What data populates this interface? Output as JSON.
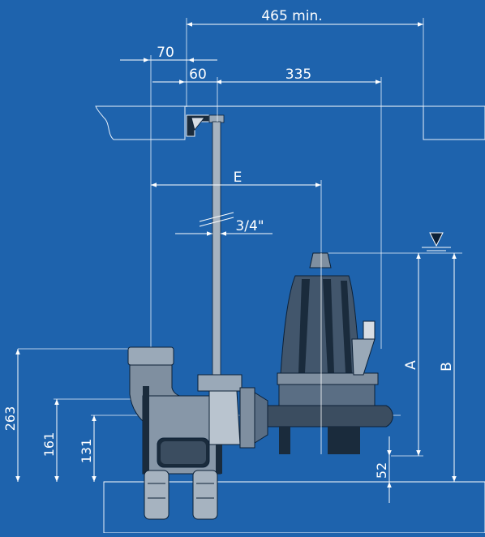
{
  "colors": {
    "background": "#1e63ad",
    "line": "#ffffff",
    "pump_body": "#5a6e84",
    "pump_dark": "#1a2b3c",
    "pump_light": "#9aa9b8"
  },
  "dimensions": {
    "top_clearance": "465 min.",
    "offset_70": "70",
    "offset_60": "60",
    "span_335": "335",
    "pipe_E": "E",
    "pipe_size": "3/4\"",
    "height_263": "263",
    "height_161": "161",
    "height_131": "131",
    "height_52": "52",
    "level_A": "A",
    "level_B": "B"
  },
  "icons": {
    "water_level": "water-level-triangle-icon"
  }
}
